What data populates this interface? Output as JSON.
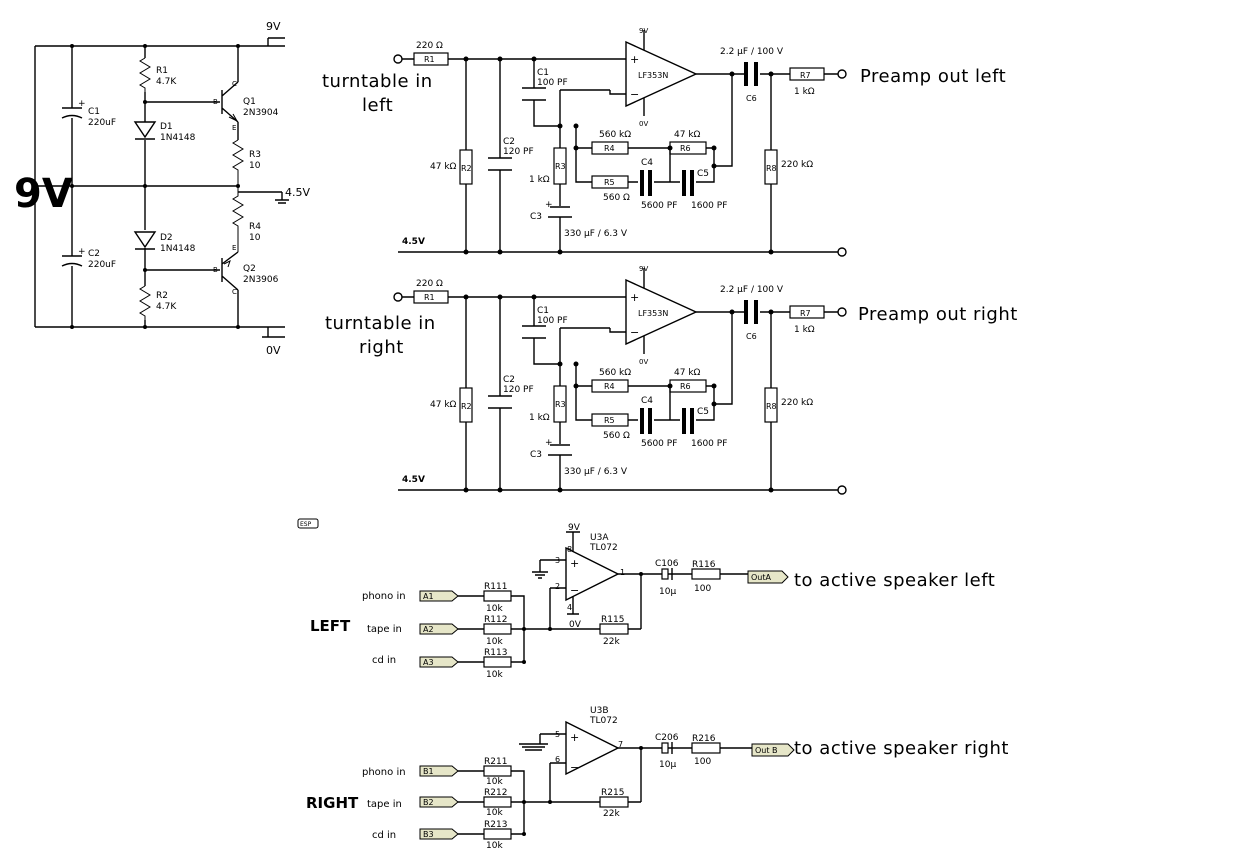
{
  "supply": {
    "big_label": "9V",
    "rail_top": "9V",
    "rail_mid": "4.5V",
    "rail_bottom": "0V",
    "c1": {
      "name": "C1",
      "value": "220uF"
    },
    "c2": {
      "name": "C2",
      "value": "220uF"
    },
    "r1": {
      "name": "R1",
      "value": "4.7K"
    },
    "r2": {
      "name": "R2",
      "value": "4.7K"
    },
    "r3": {
      "name": "R3",
      "value": "10"
    },
    "r4": {
      "name": "R4",
      "value": "10"
    },
    "d1": {
      "name": "D1",
      "value": "1N4148"
    },
    "d2": {
      "name": "D2",
      "value": "1N4148"
    },
    "q1": {
      "name": "Q1",
      "value": "2N3904"
    },
    "q2": {
      "name": "Q2",
      "value": "2N3906"
    },
    "pin_b": "B",
    "pin_c": "C",
    "pin_e": "E"
  },
  "preamps": [
    {
      "input_label_1": "turntable in",
      "input_label_2": "left",
      "output_label": "Preamp out left",
      "rail": "4.5V",
      "r1": "R1",
      "r1_val": "220 Ω",
      "r2": "R2",
      "r2_val": "47 kΩ",
      "c1": "C1",
      "c1_val": "100 PF",
      "c2": "C2",
      "c2_val": "120 PF",
      "r3": "R3",
      "r3_val": "1 kΩ",
      "c3": "C3",
      "c3_val": "330 µF / 6.3 V",
      "r4": "R4",
      "r4_val": "560 kΩ",
      "r5": "R5",
      "r5_val": "560 Ω",
      "r6": "R6",
      "r6_val": "47 kΩ",
      "c4": "C4",
      "c4_val": "5600 PF",
      "c5": "C5",
      "c5_val": "1600 PF",
      "opamp": "LF353N",
      "vplus": "9V",
      "vminus": "0V",
      "c6": "C6",
      "c6_val": "2.2 µF / 100 V",
      "r7": "R7",
      "r7_val": "1 kΩ",
      "r8": "R8",
      "r8_val": "220 kΩ",
      "plus": "+",
      "minus": "−"
    },
    {
      "input_label_1": "turntable in",
      "input_label_2": "right",
      "output_label": "Preamp out right",
      "rail": "4.5V",
      "r1": "R1",
      "r1_val": "220 Ω",
      "r2": "R2",
      "r2_val": "47 kΩ",
      "c1": "C1",
      "c1_val": "100 PF",
      "c2": "C2",
      "c2_val": "120 PF",
      "r3": "R3",
      "r3_val": "1 kΩ",
      "c3": "C3",
      "c3_val": "330 µF / 6.3 V",
      "r4": "R4",
      "r4_val": "560 kΩ",
      "r5": "R5",
      "r5_val": "560 Ω",
      "r6": "R6",
      "r6_val": "47 kΩ",
      "c4": "C4",
      "c4_val": "5600 PF",
      "c5": "C5",
      "c5_val": "1600 PF",
      "opamp": "LF353N",
      "vplus": "9V",
      "vminus": "0V",
      "c6": "C6",
      "c6_val": "2.2 µF / 100 V",
      "r7": "R7",
      "r7_val": "1 kΩ",
      "r8": "R8",
      "r8_val": "220 kΩ",
      "plus": "+",
      "minus": "−"
    }
  ],
  "mixer": {
    "logo": "ESP",
    "left": {
      "side_label": "LEFT",
      "vplus": "9V",
      "vminus": "0V",
      "opamp_ref": "U3A",
      "opamp_part": "TL072",
      "pin_out": "1",
      "pin_plus": "3",
      "pin_minus": "2",
      "pin_vplus": "8",
      "pin_vminus": "4",
      "inputs": [
        {
          "label": "phono in",
          "tag": "A1",
          "r": "R111",
          "val": "10k"
        },
        {
          "label": "tape in",
          "tag": "A2",
          "r": "R112",
          "val": "10k"
        },
        {
          "label": "cd in",
          "tag": "A3",
          "r": "R113",
          "val": "10k"
        }
      ],
      "rf": "R115",
      "rf_val": "22k",
      "cout": "C106",
      "cout_val": "10µ",
      "rout": "R116",
      "rout_val": "100",
      "out_tag": "OutA",
      "out_label": "to active speaker left"
    },
    "right": {
      "side_label": "RIGHT",
      "opamp_ref": "U3B",
      "opamp_part": "TL072",
      "pin_out": "7",
      "pin_plus": "5",
      "pin_minus": "6",
      "inputs": [
        {
          "label": "phono in",
          "tag": "B1",
          "r": "R211",
          "val": "10k"
        },
        {
          "label": "tape in",
          "tag": "B2",
          "r": "R212",
          "val": "10k"
        },
        {
          "label": "cd in",
          "tag": "B3",
          "r": "R213",
          "val": "10k"
        }
      ],
      "rf": "R215",
      "rf_val": "22k",
      "cout": "C206",
      "cout_val": "10µ",
      "rout": "R216",
      "rout_val": "100",
      "out_tag": "Out B",
      "out_label": "to active speaker right"
    }
  }
}
